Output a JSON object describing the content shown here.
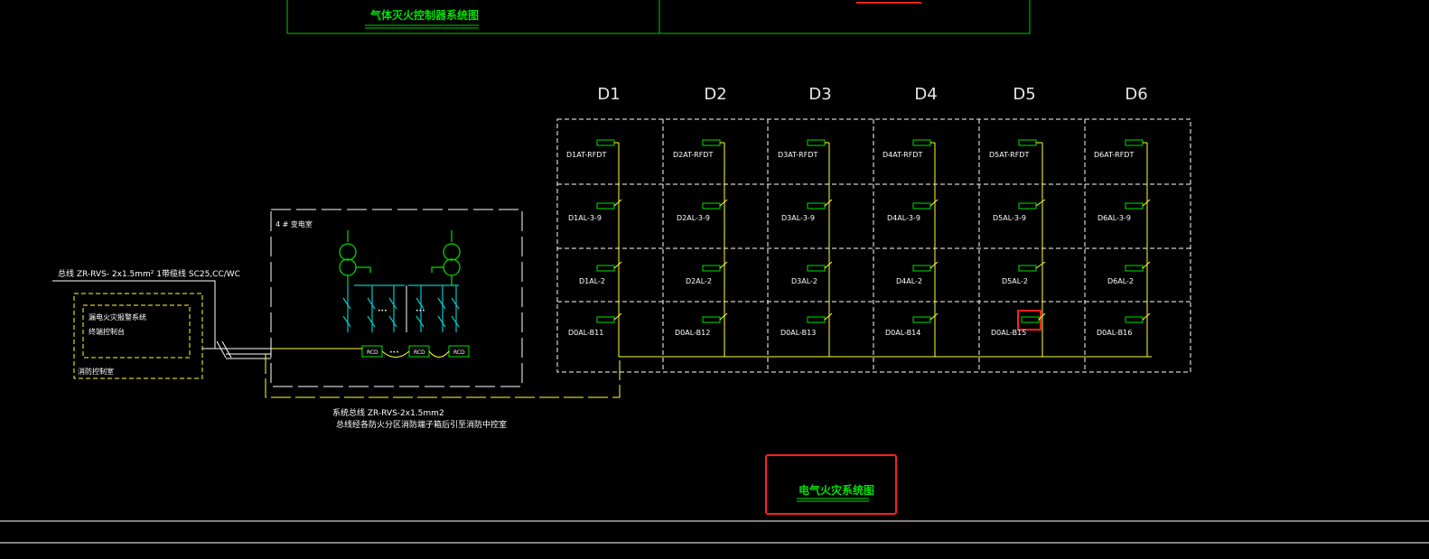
{
  "header_block": {
    "title": "气体灭火控制器系统图"
  },
  "columns": [
    {
      "label": "D1",
      "cells": [
        "D1AT-RFDT",
        "D1AL-3-9",
        "D1AL-2",
        "D0AL-B11"
      ]
    },
    {
      "label": "D2",
      "cells": [
        "D2AT-RFDT",
        "D2AL-3-9",
        "D2AL-2",
        "D0AL-B12"
      ]
    },
    {
      "label": "D3",
      "cells": [
        "D3AT-RFDT",
        "D3AL-3-9",
        "D3AL-2",
        "D0AL-B13"
      ]
    },
    {
      "label": "D4",
      "cells": [
        "D4AT-RFDT",
        "D4AL-3-9",
        "D4AL-2",
        "D0AL-B14"
      ]
    },
    {
      "label": "D5",
      "cells": [
        "D5AT-RFDT",
        "D5AL-3-9",
        "D5AL-2",
        "D0AL-B15"
      ]
    },
    {
      "label": "D6",
      "cells": [
        "D6AT-RFDT",
        "D6AL-3-9",
        "D6AL-2",
        "D0AL-B16"
      ]
    }
  ],
  "substation": {
    "label": "4 # 变电室",
    "modules": [
      "RCD",
      "RCD",
      "RCD"
    ],
    "dots": "•••"
  },
  "control_room": {
    "line1": "漏电火灾报警系统",
    "line2": "终端控制台",
    "room": "消防控制室"
  },
  "left_note": "总线 ZR-RVS- 2x1.5mm² 1带缆线 SC25,CC/WC",
  "bottom_note": {
    "line1": "系统总线 ZR-RVS-2x1.5mm2",
    "line2": "总线经各防火分区消防端子箱后引至消防中控室"
  },
  "drawing_title": "电气火灾系统图",
  "colors": {
    "background": "#000000",
    "frame": "#00c800",
    "yellow": "#ffff32",
    "white": "#ffffff",
    "cyan": "#00c8c8",
    "red": "#ff2020"
  }
}
